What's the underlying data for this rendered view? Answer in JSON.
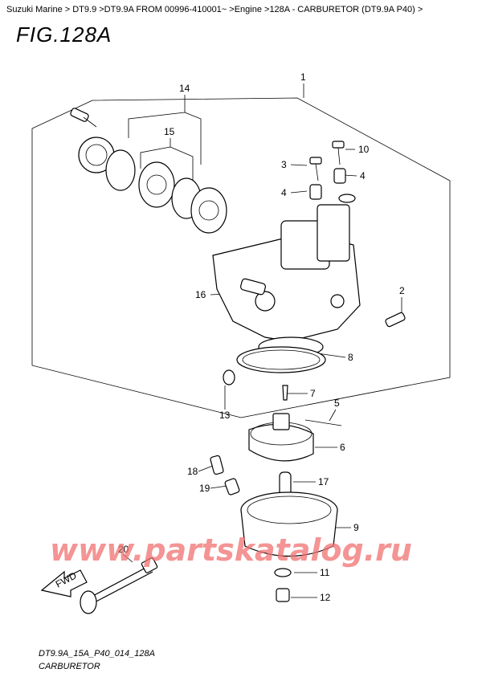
{
  "header": {
    "breadcrumb": "Suzuki Marine > DT9.9 >DT9.9A FROM 00996-410001~ >Engine >128A - CARBURETOR (DT9.9A P40) >",
    "figure_title": "FIG.128A"
  },
  "callouts": {
    "c1": "1",
    "c2": "2",
    "c3": "3",
    "c4a": "4",
    "c4b": "4",
    "c5": "5",
    "c6": "6",
    "c7": "7",
    "c8": "8",
    "c9": "9",
    "c10": "10",
    "c11": "11",
    "c12": "12",
    "c13": "13",
    "c14": "14",
    "c15": "15",
    "c16": "16",
    "c17": "17",
    "c18": "18",
    "c19": "19",
    "c20": "20"
  },
  "fwd_label": "FWD",
  "watermark": "www.partskatalog.ru",
  "footer": {
    "code": "DT9.9A_15A_P40_014_128A",
    "name": "CARBURETOR"
  }
}
